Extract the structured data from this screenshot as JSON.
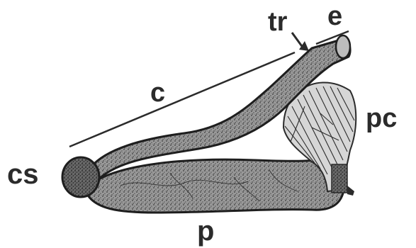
{
  "labels": {
    "tr": "tr",
    "e": "e",
    "c": "c",
    "pc": "pc",
    "cs": "cs",
    "p": "p"
  },
  "colors": {
    "ink": "#2b2b2b",
    "stipple_fill": "#8a8a8a",
    "background": "#ffffff"
  }
}
